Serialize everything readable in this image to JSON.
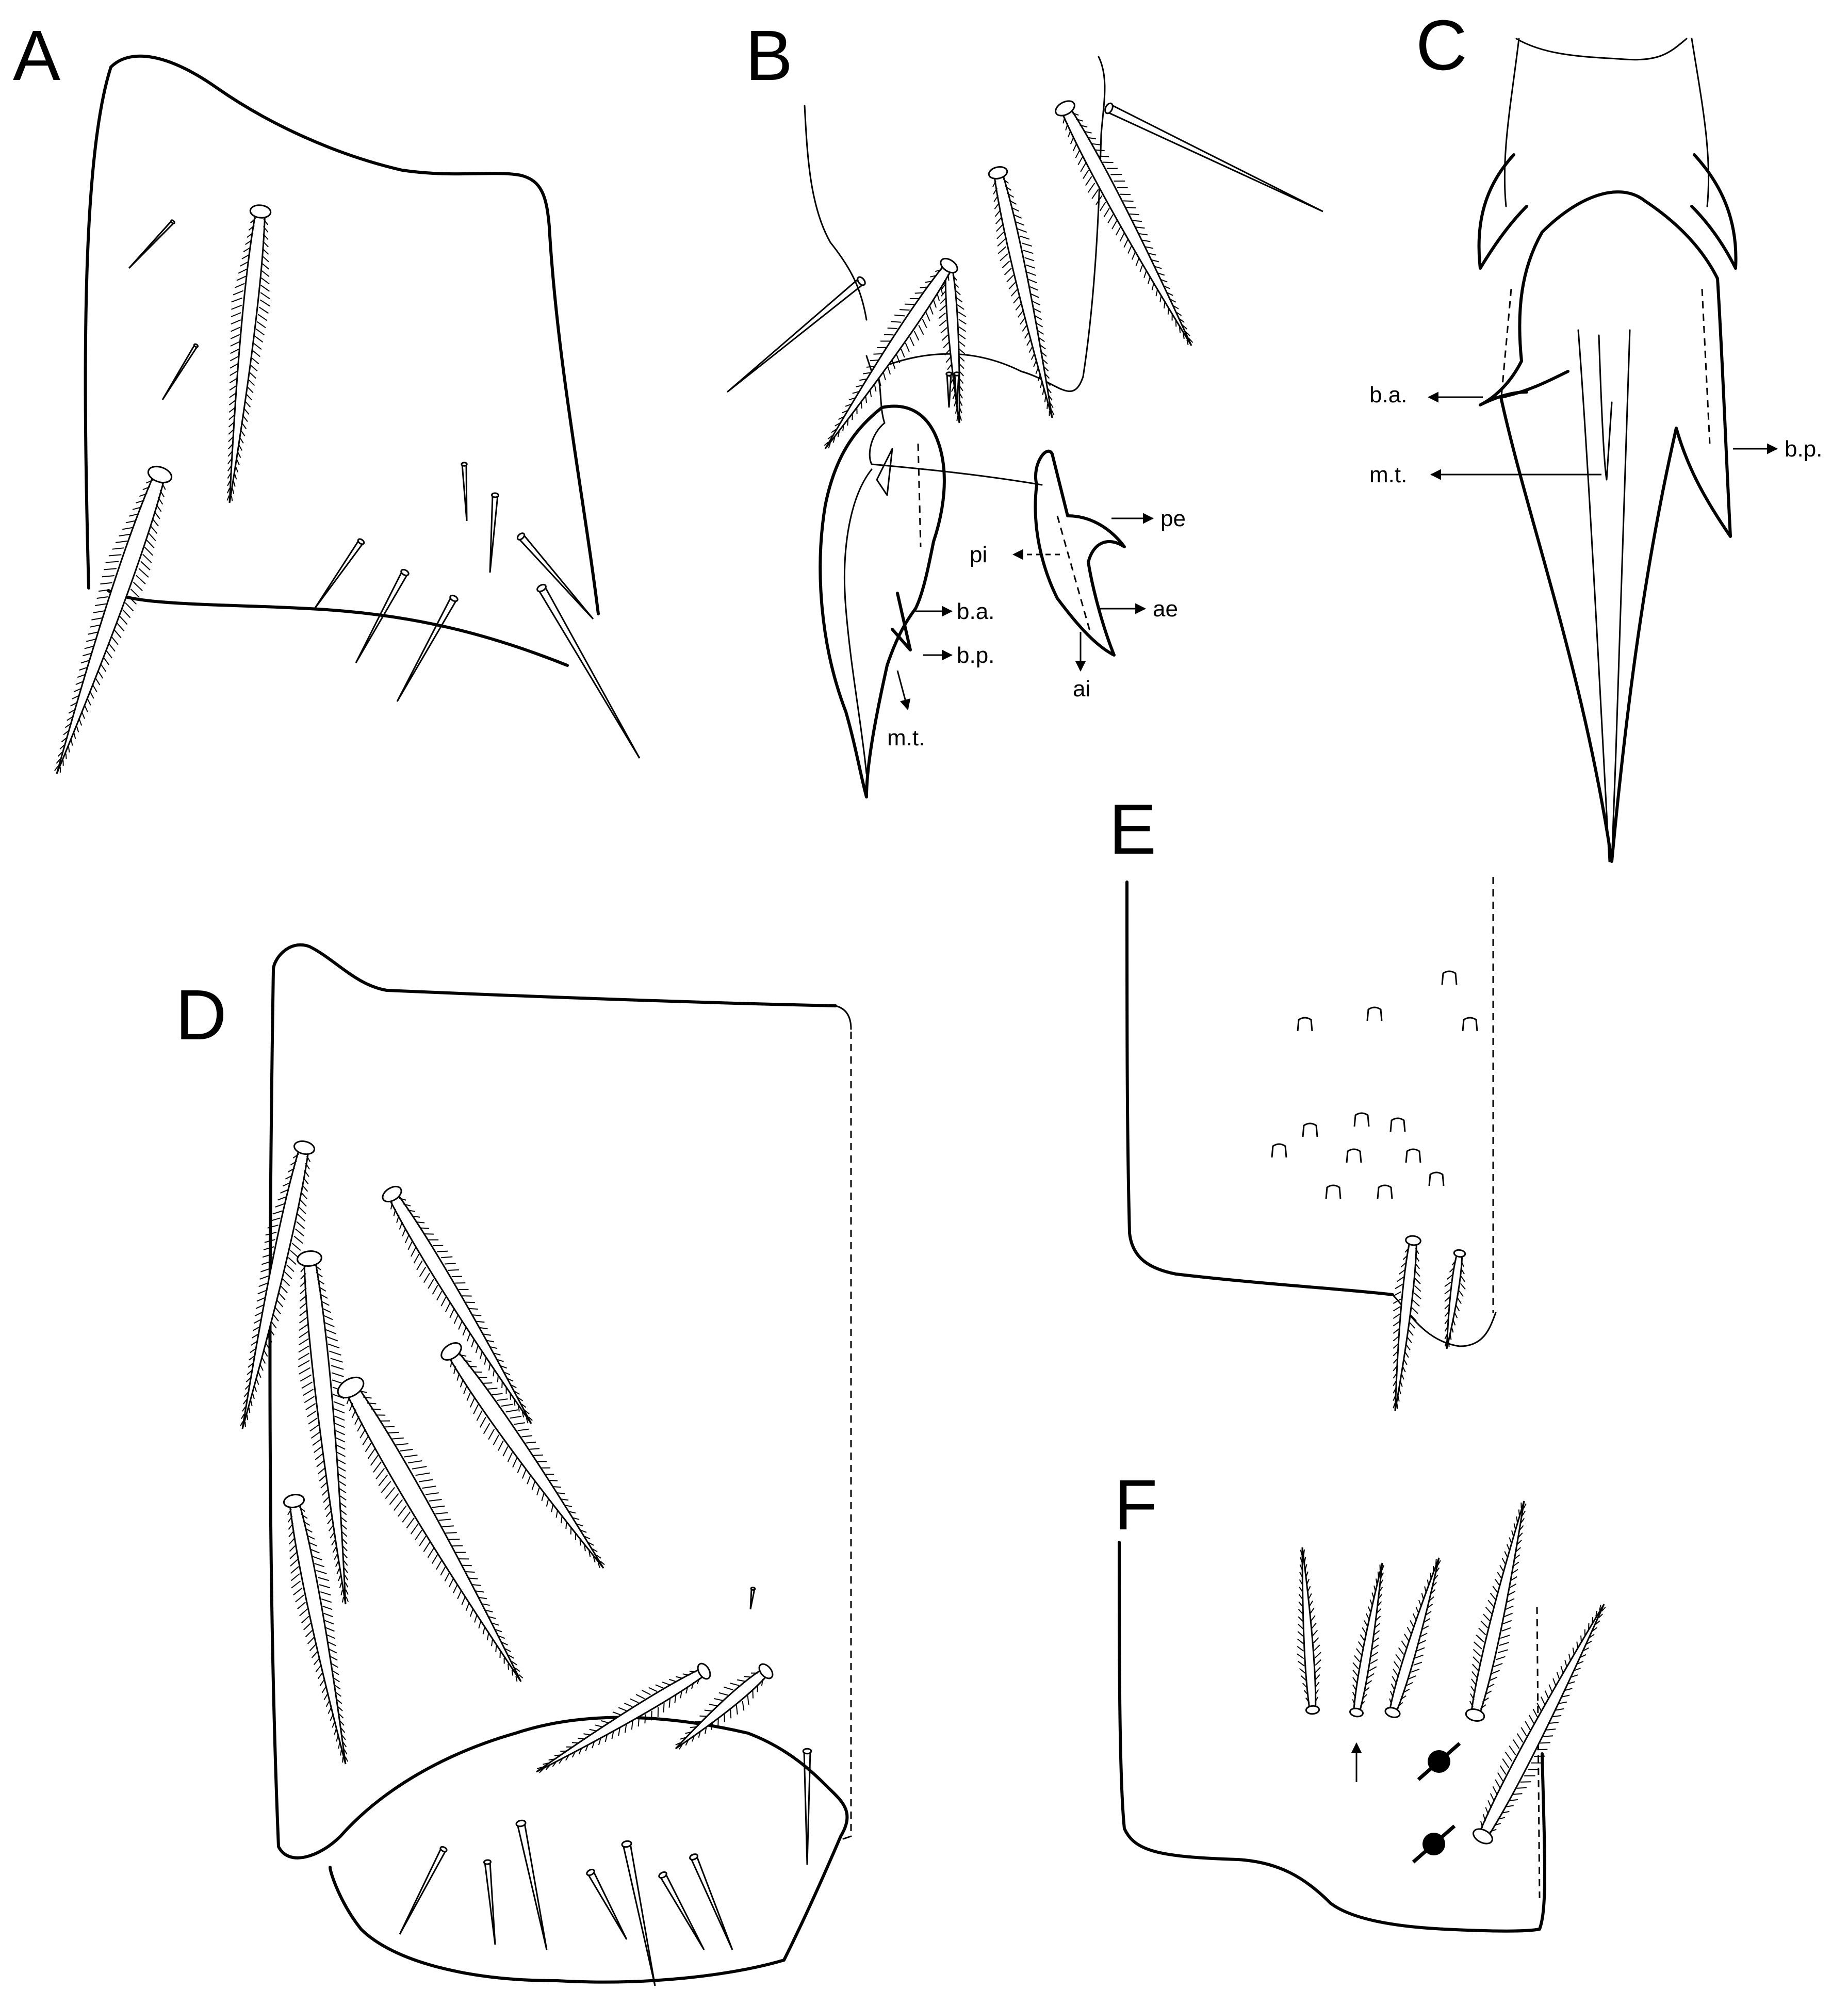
{
  "figure": {
    "panels": [
      {
        "id": "A",
        "label": "A",
        "annotations": []
      },
      {
        "id": "B",
        "label": "B",
        "annotations": [
          "b.a.",
          "b.p.",
          "m.t.",
          "pe",
          "pi",
          "ae",
          "ai"
        ]
      },
      {
        "id": "C",
        "label": "C",
        "annotations": [
          "b.a.",
          "m.t.",
          "b.p."
        ]
      },
      {
        "id": "D",
        "label": "D",
        "annotations": []
      },
      {
        "id": "E",
        "label": "E",
        "annotations": []
      },
      {
        "id": "F",
        "label": "F",
        "annotations": []
      }
    ]
  }
}
